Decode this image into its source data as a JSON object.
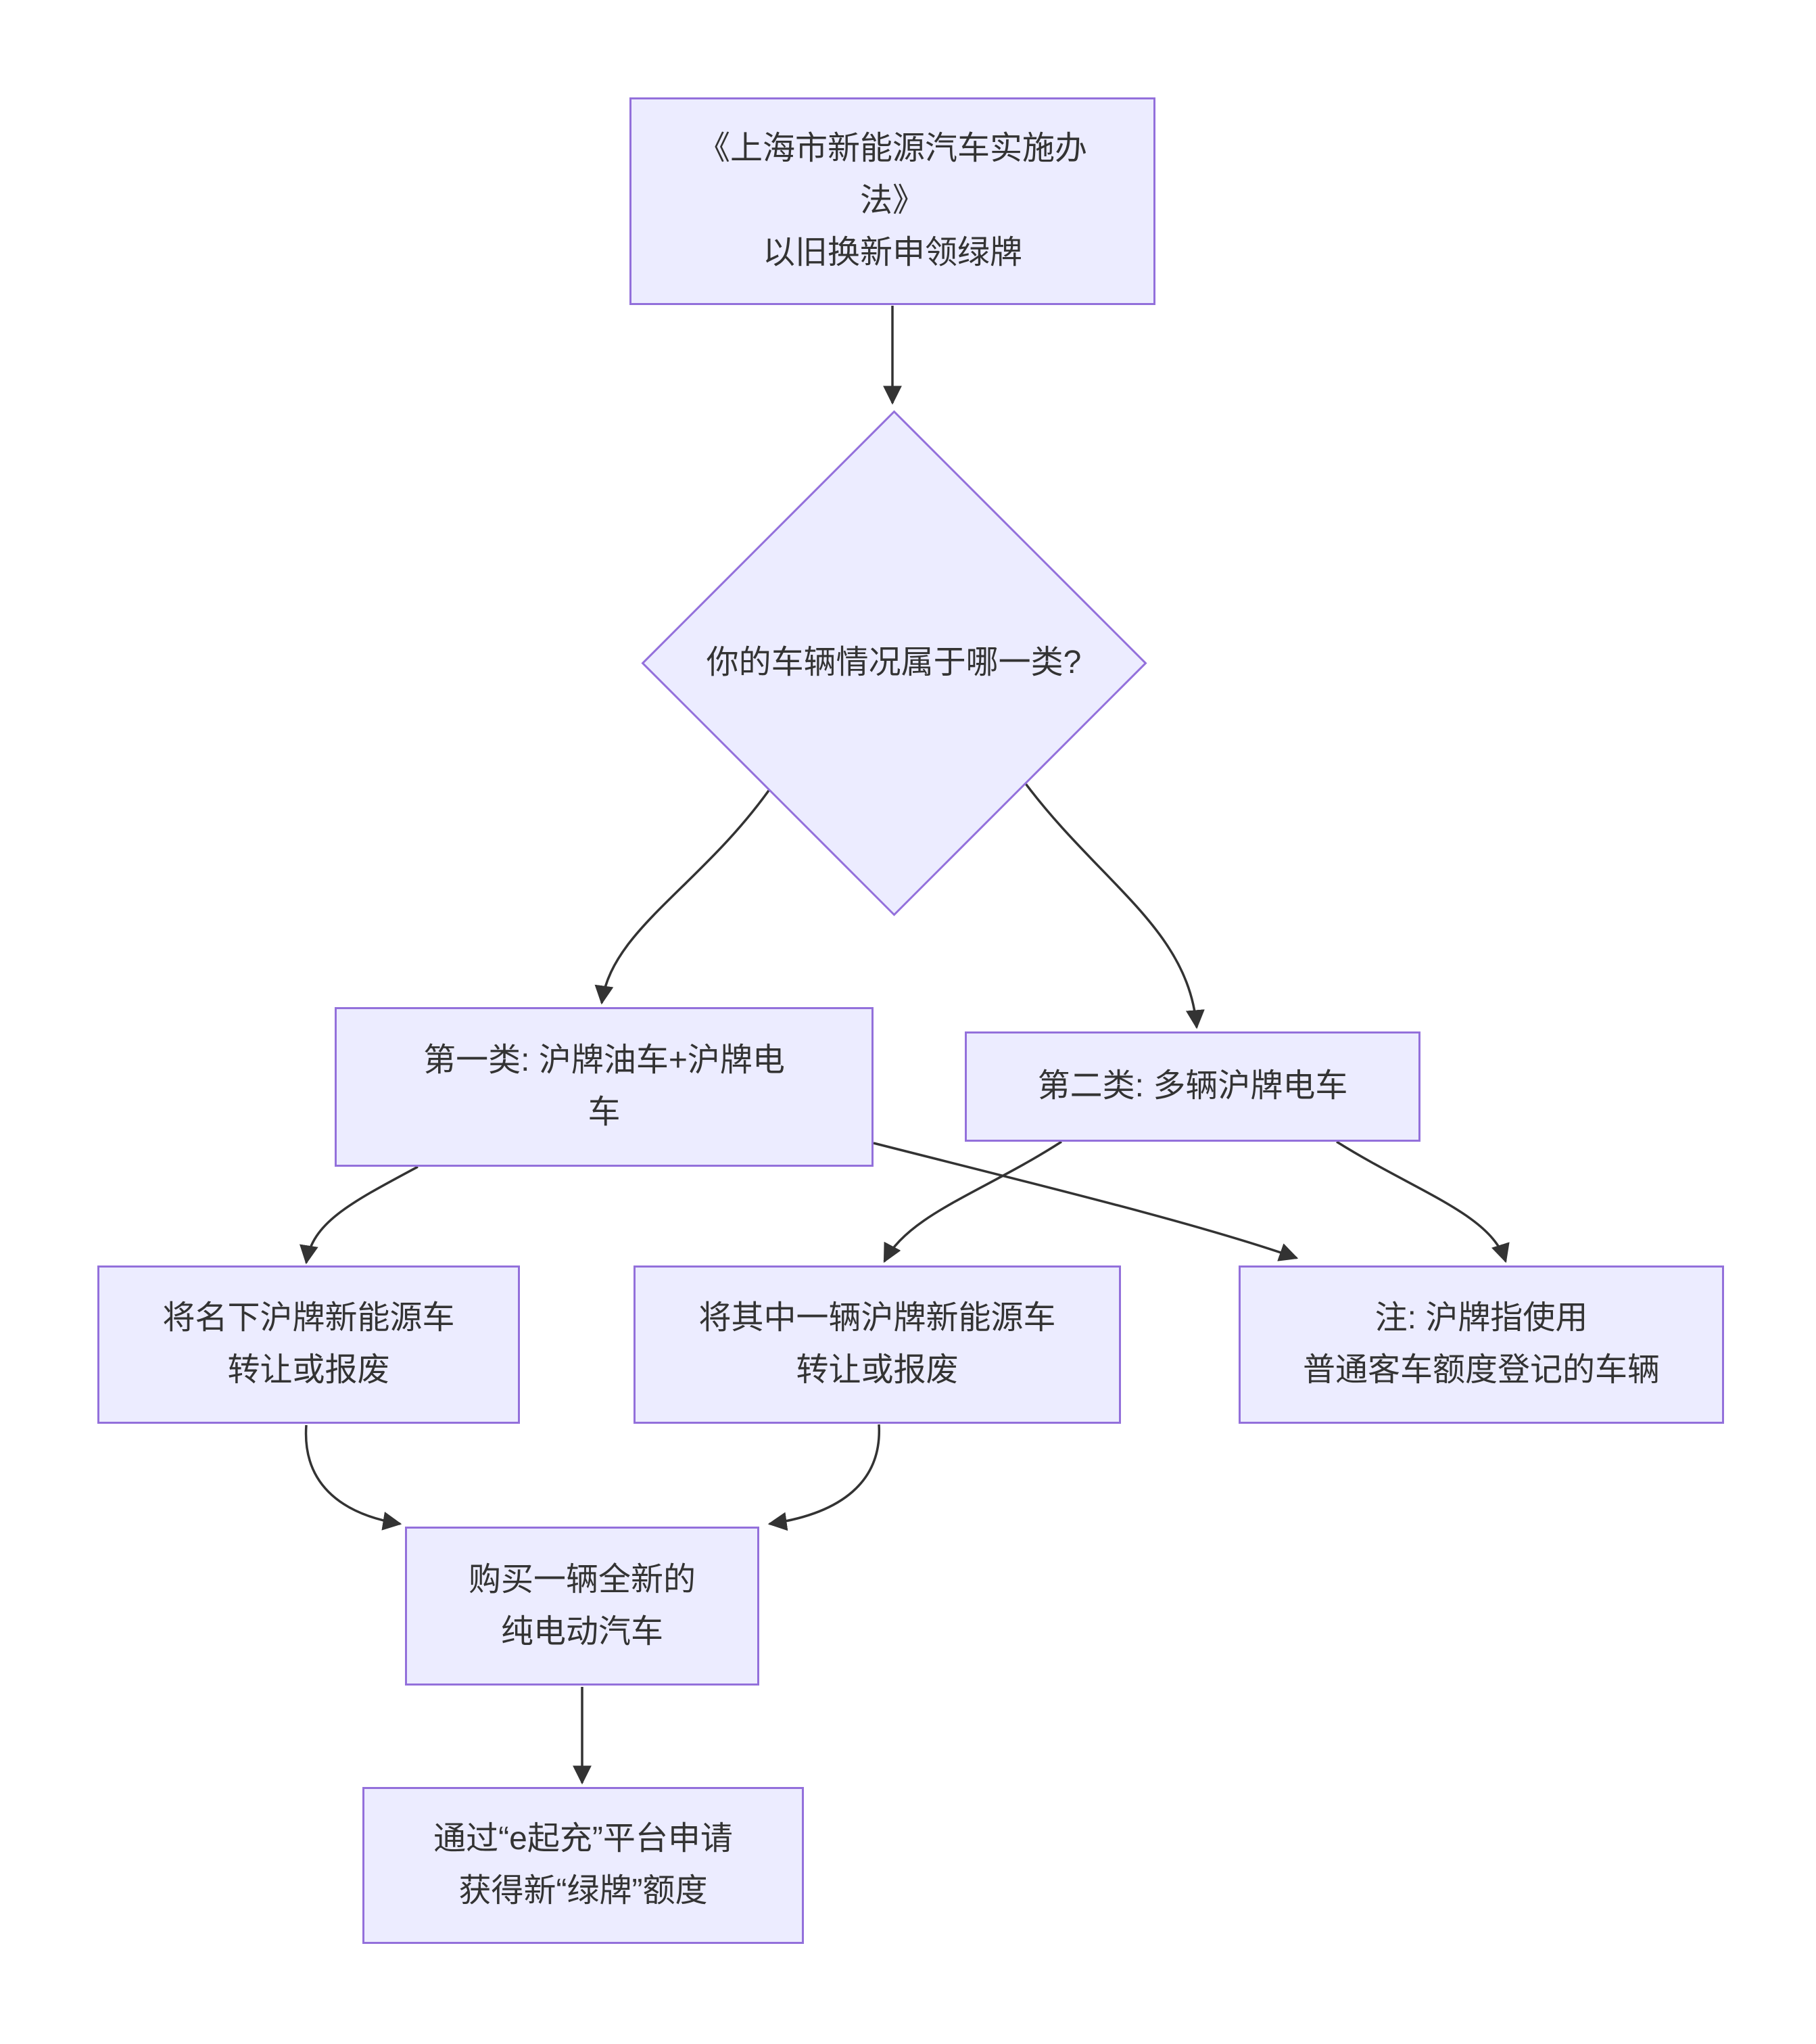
{
  "colors": {
    "background": "#FFFFFF",
    "node_fill": "#ECECFF",
    "node_border": "#9370DB",
    "edge_color": "#333333",
    "text_color": "#333333"
  },
  "nodes": {
    "start": {
      "label": "《上海市新能源汽车实施办\n法》\n以旧换新申领绿牌"
    },
    "decision": {
      "label": "你的车辆情况属于哪一类?"
    },
    "type1": {
      "label": "第一类: 沪牌油车+沪牌电\n车"
    },
    "type2": {
      "label": "第二类: 多辆沪牌电车"
    },
    "transfer_all": {
      "label": "将名下沪牌新能源车\n转让或报废"
    },
    "transfer_one": {
      "label": "将其中一辆沪牌新能源车\n转让或报废"
    },
    "note": {
      "label": "注: 沪牌指使用\n普通客车额度登记的车辆"
    },
    "buy_new": {
      "label": "购买一辆全新的\n纯电动汽车"
    },
    "apply": {
      "label": "通过“e起充”平台申请\n获得新“绿牌”额度"
    }
  },
  "edges": [
    {
      "from": "start",
      "to": "decision"
    },
    {
      "from": "decision",
      "to": "type1"
    },
    {
      "from": "decision",
      "to": "type2"
    },
    {
      "from": "type1",
      "to": "transfer_all"
    },
    {
      "from": "type1",
      "to": "note"
    },
    {
      "from": "type2",
      "to": "transfer_one"
    },
    {
      "from": "type2",
      "to": "note"
    },
    {
      "from": "transfer_all",
      "to": "buy_new"
    },
    {
      "from": "transfer_one",
      "to": "buy_new"
    },
    {
      "from": "buy_new",
      "to": "apply"
    }
  ]
}
